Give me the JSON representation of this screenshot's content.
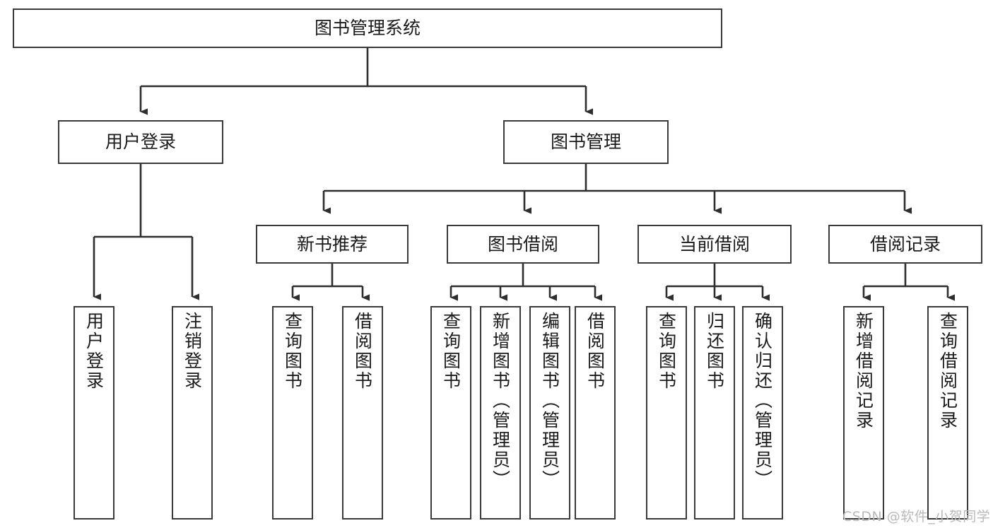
{
  "diagram": {
    "title": "图书管理系统",
    "type": "tree-hierarchy-diagram",
    "colors": {
      "box_border": "#3a3a3a",
      "box_fill": "#ffffff",
      "edge": "#2e2e2e",
      "text": "#1a1a1a",
      "watermark": "#b9b9b9",
      "background": "#ffffff"
    },
    "nodes": {
      "root": {
        "label": "图书管理系统"
      },
      "level2": [
        {
          "label": "用户登录"
        },
        {
          "label": "图书管理"
        }
      ],
      "level3": [
        {
          "label": "新书推荐"
        },
        {
          "label": "图书借阅"
        },
        {
          "label": "当前借阅"
        },
        {
          "label": "借阅记录"
        }
      ],
      "leaves": {
        "user_login": [
          {
            "label": "用户登录"
          },
          {
            "label": "注销登录"
          }
        ],
        "new_book_recommend": [
          {
            "label": "查询图书"
          },
          {
            "label": "借阅图书"
          }
        ],
        "book_borrow": [
          {
            "label": "查询图书"
          },
          {
            "label": "新增图书（管理员）"
          },
          {
            "label": "编辑图书（管理员）"
          },
          {
            "label": "借阅图书"
          }
        ],
        "current_borrow": [
          {
            "label": "查询图书"
          },
          {
            "label": "归还图书"
          },
          {
            "label": "确认归还（管理员）"
          }
        ],
        "borrow_record": [
          {
            "label": "新增借阅记录"
          },
          {
            "label": "查询借阅记录"
          }
        ]
      }
    },
    "watermark": "CSDN @软件_小贺同学"
  }
}
